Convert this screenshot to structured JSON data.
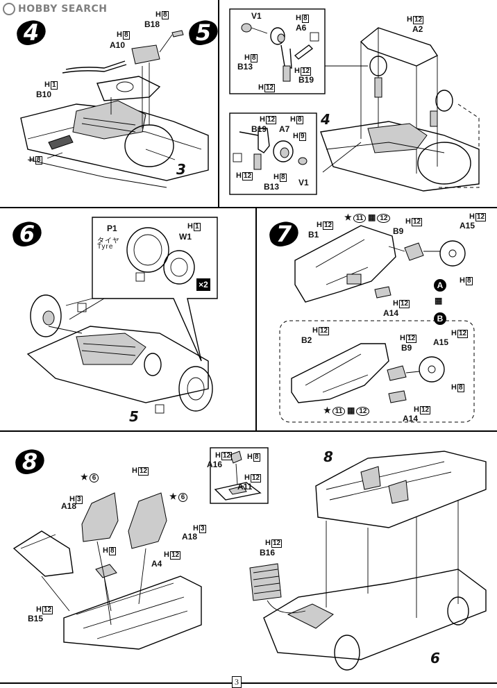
{
  "watermark": {
    "brand": "HOBBY SEARCH"
  },
  "steps": {
    "s4": "4",
    "s5": "5",
    "s6": "6",
    "s7": "7",
    "s8": "8"
  },
  "step4": {
    "tags": {
      "h8_b18": "H",
      "h8_b18_n": "8",
      "h8_a10": "H",
      "h8_a10_n": "8",
      "h1_b10": "H",
      "h1_b10_n": "1",
      "h8_bottom": "H",
      "h8_bottom_n": "8"
    },
    "parts": {
      "b18": "B18",
      "a10": "A10",
      "b10": "B10"
    },
    "ref": "3"
  },
  "step5": {
    "inset1": {
      "v1": "V1",
      "a6": "A6",
      "b13": "B13",
      "b19": "B19",
      "h8a": "H",
      "h8a_n": "8",
      "h8b": "H",
      "h8b_n": "8",
      "h12a": "H",
      "h12a_n": "12",
      "h12b": "H",
      "h12b_n": "12"
    },
    "inset2": {
      "b19": "B19",
      "a7": "A7",
      "b13": "B13",
      "v1": "V1",
      "h12a": "H",
      "h12a_n": "12",
      "h8a": "H",
      "h8a_n": "8",
      "h9": "H",
      "h9_n": "9",
      "h12b": "H",
      "h12b_n": "12",
      "h8b": "H",
      "h8b_n": "8"
    },
    "main": {
      "a2": "A2",
      "h12": "H",
      "h12_n": "12",
      "ref": "4"
    }
  },
  "step6": {
    "p1": "P1",
    "tyre_jp": "タイヤ",
    "tyre_en": "Tyre",
    "w1": "W1",
    "h1": "H",
    "h1_n": "1",
    "x2": "×2",
    "ref": "5"
  },
  "step7": {
    "a": {
      "b1": "B1",
      "b9": "B9",
      "a15": "A15",
      "a14": "A14",
      "h12a": "H",
      "h12a_n": "12",
      "h12b": "H",
      "h12b_n": "12",
      "h12c": "H",
      "h12c_n": "12",
      "h12d": "H",
      "h12d_n": "12",
      "h8": "H",
      "h8_n": "8",
      "paint1": "11",
      "paint2": "12"
    },
    "label_a": "A",
    "label_b": "B",
    "b": {
      "b2": "B2",
      "b9": "B9",
      "a15": "A15",
      "a14": "A14",
      "h12a": "H",
      "h12a_n": "12",
      "h12b": "H",
      "h12b_n": "12",
      "h12c": "H",
      "h12c_n": "12",
      "h12d": "H",
      "h12d_n": "12",
      "h8": "H",
      "h8_n": "8",
      "paint1": "11",
      "paint2": "12"
    }
  },
  "step8": {
    "a18a": "A18",
    "a18b": "A18",
    "a4": "A4",
    "b15": "B15",
    "a16": "A16",
    "a11": "A11",
    "b16": "B16",
    "paint6a": "6",
    "paint6b": "6",
    "h12a": "H",
    "h12a_n": "12",
    "h3a": "H",
    "h3a_n": "3",
    "h3b": "H",
    "h3b_n": "3",
    "h8a": "H",
    "h8a_n": "8",
    "h12b": "H",
    "h12b_n": "12",
    "h12c": "H",
    "h12c_n": "12",
    "h12d": "H",
    "h12d_n": "12",
    "h8b": "H",
    "h8b_n": "8",
    "h12e": "H",
    "h12e_n": "12",
    "h12f": "H",
    "h12f_n": "12",
    "ref8": "8",
    "ref6": "6"
  },
  "page_number": "3"
}
